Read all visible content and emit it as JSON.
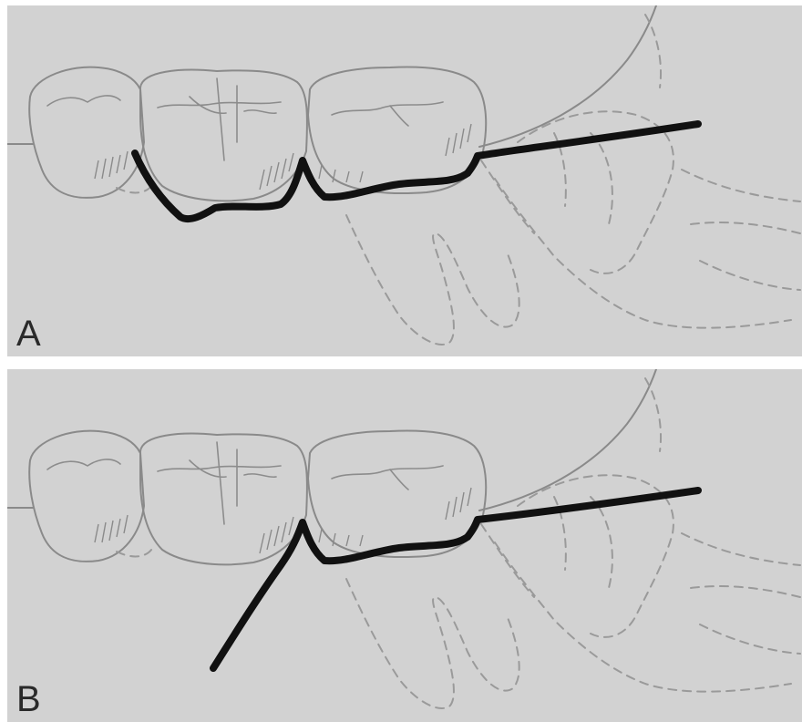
{
  "panels": [
    {
      "id": "A",
      "label": "A"
    },
    {
      "id": "B",
      "label": "B"
    }
  ],
  "colors": {
    "background": "#d2d2d2",
    "sketch": "#8a8a8a",
    "incision": "#111111"
  }
}
